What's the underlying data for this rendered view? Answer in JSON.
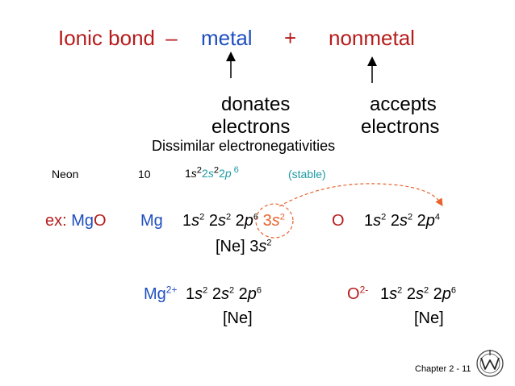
{
  "colors": {
    "red": "#b71c1c",
    "blue": "#1f4fbf",
    "teal": "#1e9aa3",
    "orange": "#e8622b"
  },
  "title": {
    "ionic": "Ionic bond",
    "dash": "–",
    "metal": "metal",
    "plus": "+",
    "nonmetal": "nonmetal"
  },
  "labels": {
    "donates": "donates",
    "donates_electrons": "electrons",
    "accepts": "accepts",
    "accepts_electrons": "electrons",
    "dissimilar": "Dissimilar electronegativities"
  },
  "neon": {
    "name": "Neon",
    "z": "10",
    "c1": "1",
    "o1": "s",
    "e1": "2",
    "c2": "2",
    "o2": "s",
    "e2": "2",
    "c3": "2",
    "o3": "p",
    "e3": "6",
    "note": "(stable)"
  },
  "example": {
    "ex": "ex:",
    "compound_mg": "Mg",
    "compound_o": "O",
    "mg": {
      "symbol": "Mg",
      "c1": "1",
      "o1": "s",
      "e1": "2",
      "c2": "2",
      "o2": "s",
      "e2": "2",
      "c3": "2",
      "o3": "p",
      "e3": "6",
      "c4": "3",
      "o4": "s",
      "e4": "2"
    },
    "o": {
      "symbol": "O",
      "c1": "1",
      "o1": "s",
      "e1": "2",
      "c2": "2",
      "o2": "s",
      "e2": "2",
      "c3": "2",
      "o3": "p",
      "e3": "4"
    },
    "mg_short": {
      "core": "[Ne] 3",
      "orb": "s",
      "exp": "2"
    }
  },
  "ions": {
    "mg": {
      "symbol": "Mg",
      "charge": "2+",
      "c1": "1",
      "o1": "s",
      "e1": "2",
      "c2": "2",
      "o2": "s",
      "e2": "2",
      "c3": "2",
      "o3": "p",
      "e3": "6",
      "core": "[Ne]"
    },
    "o": {
      "symbol": "O",
      "charge": "2-",
      "c1": "1",
      "o1": "s",
      "e1": "2",
      "c2": "2",
      "o2": "s",
      "e2": "2",
      "c3": "2",
      "o3": "p",
      "e3": "6",
      "core": "[Ne]"
    }
  },
  "footer": {
    "chapter": "Chapter 2 -  11"
  },
  "icons": {
    "logo": "wiley-logo-icon"
  }
}
